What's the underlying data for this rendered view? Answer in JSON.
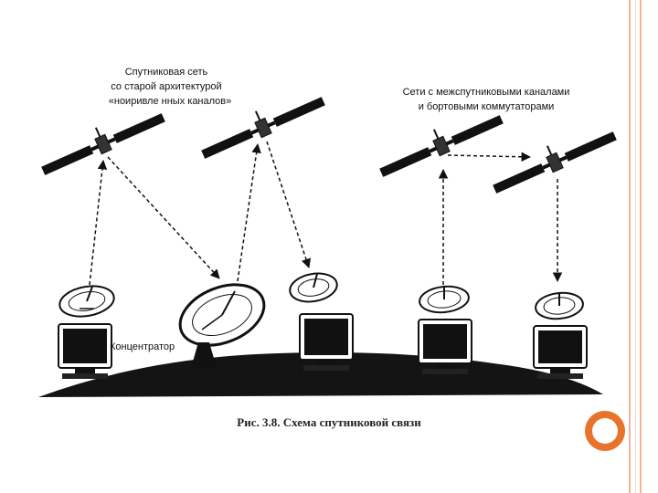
{
  "diagram": {
    "label_left_lines": [
      "Спутниковая сеть",
      "со старой архитектурой",
      "«ноиривле нных каналов»"
    ],
    "label_right_lines": [
      "Сети с межспутниковыми каналами",
      "и бортовыми коммутаторами"
    ],
    "hub_label": "Концентратор",
    "caption": "Рис. 3.8. Схема спутниковой связи"
  },
  "colors": {
    "accent": "#e8742c",
    "border": "#f0b498",
    "ink": "#111111"
  }
}
